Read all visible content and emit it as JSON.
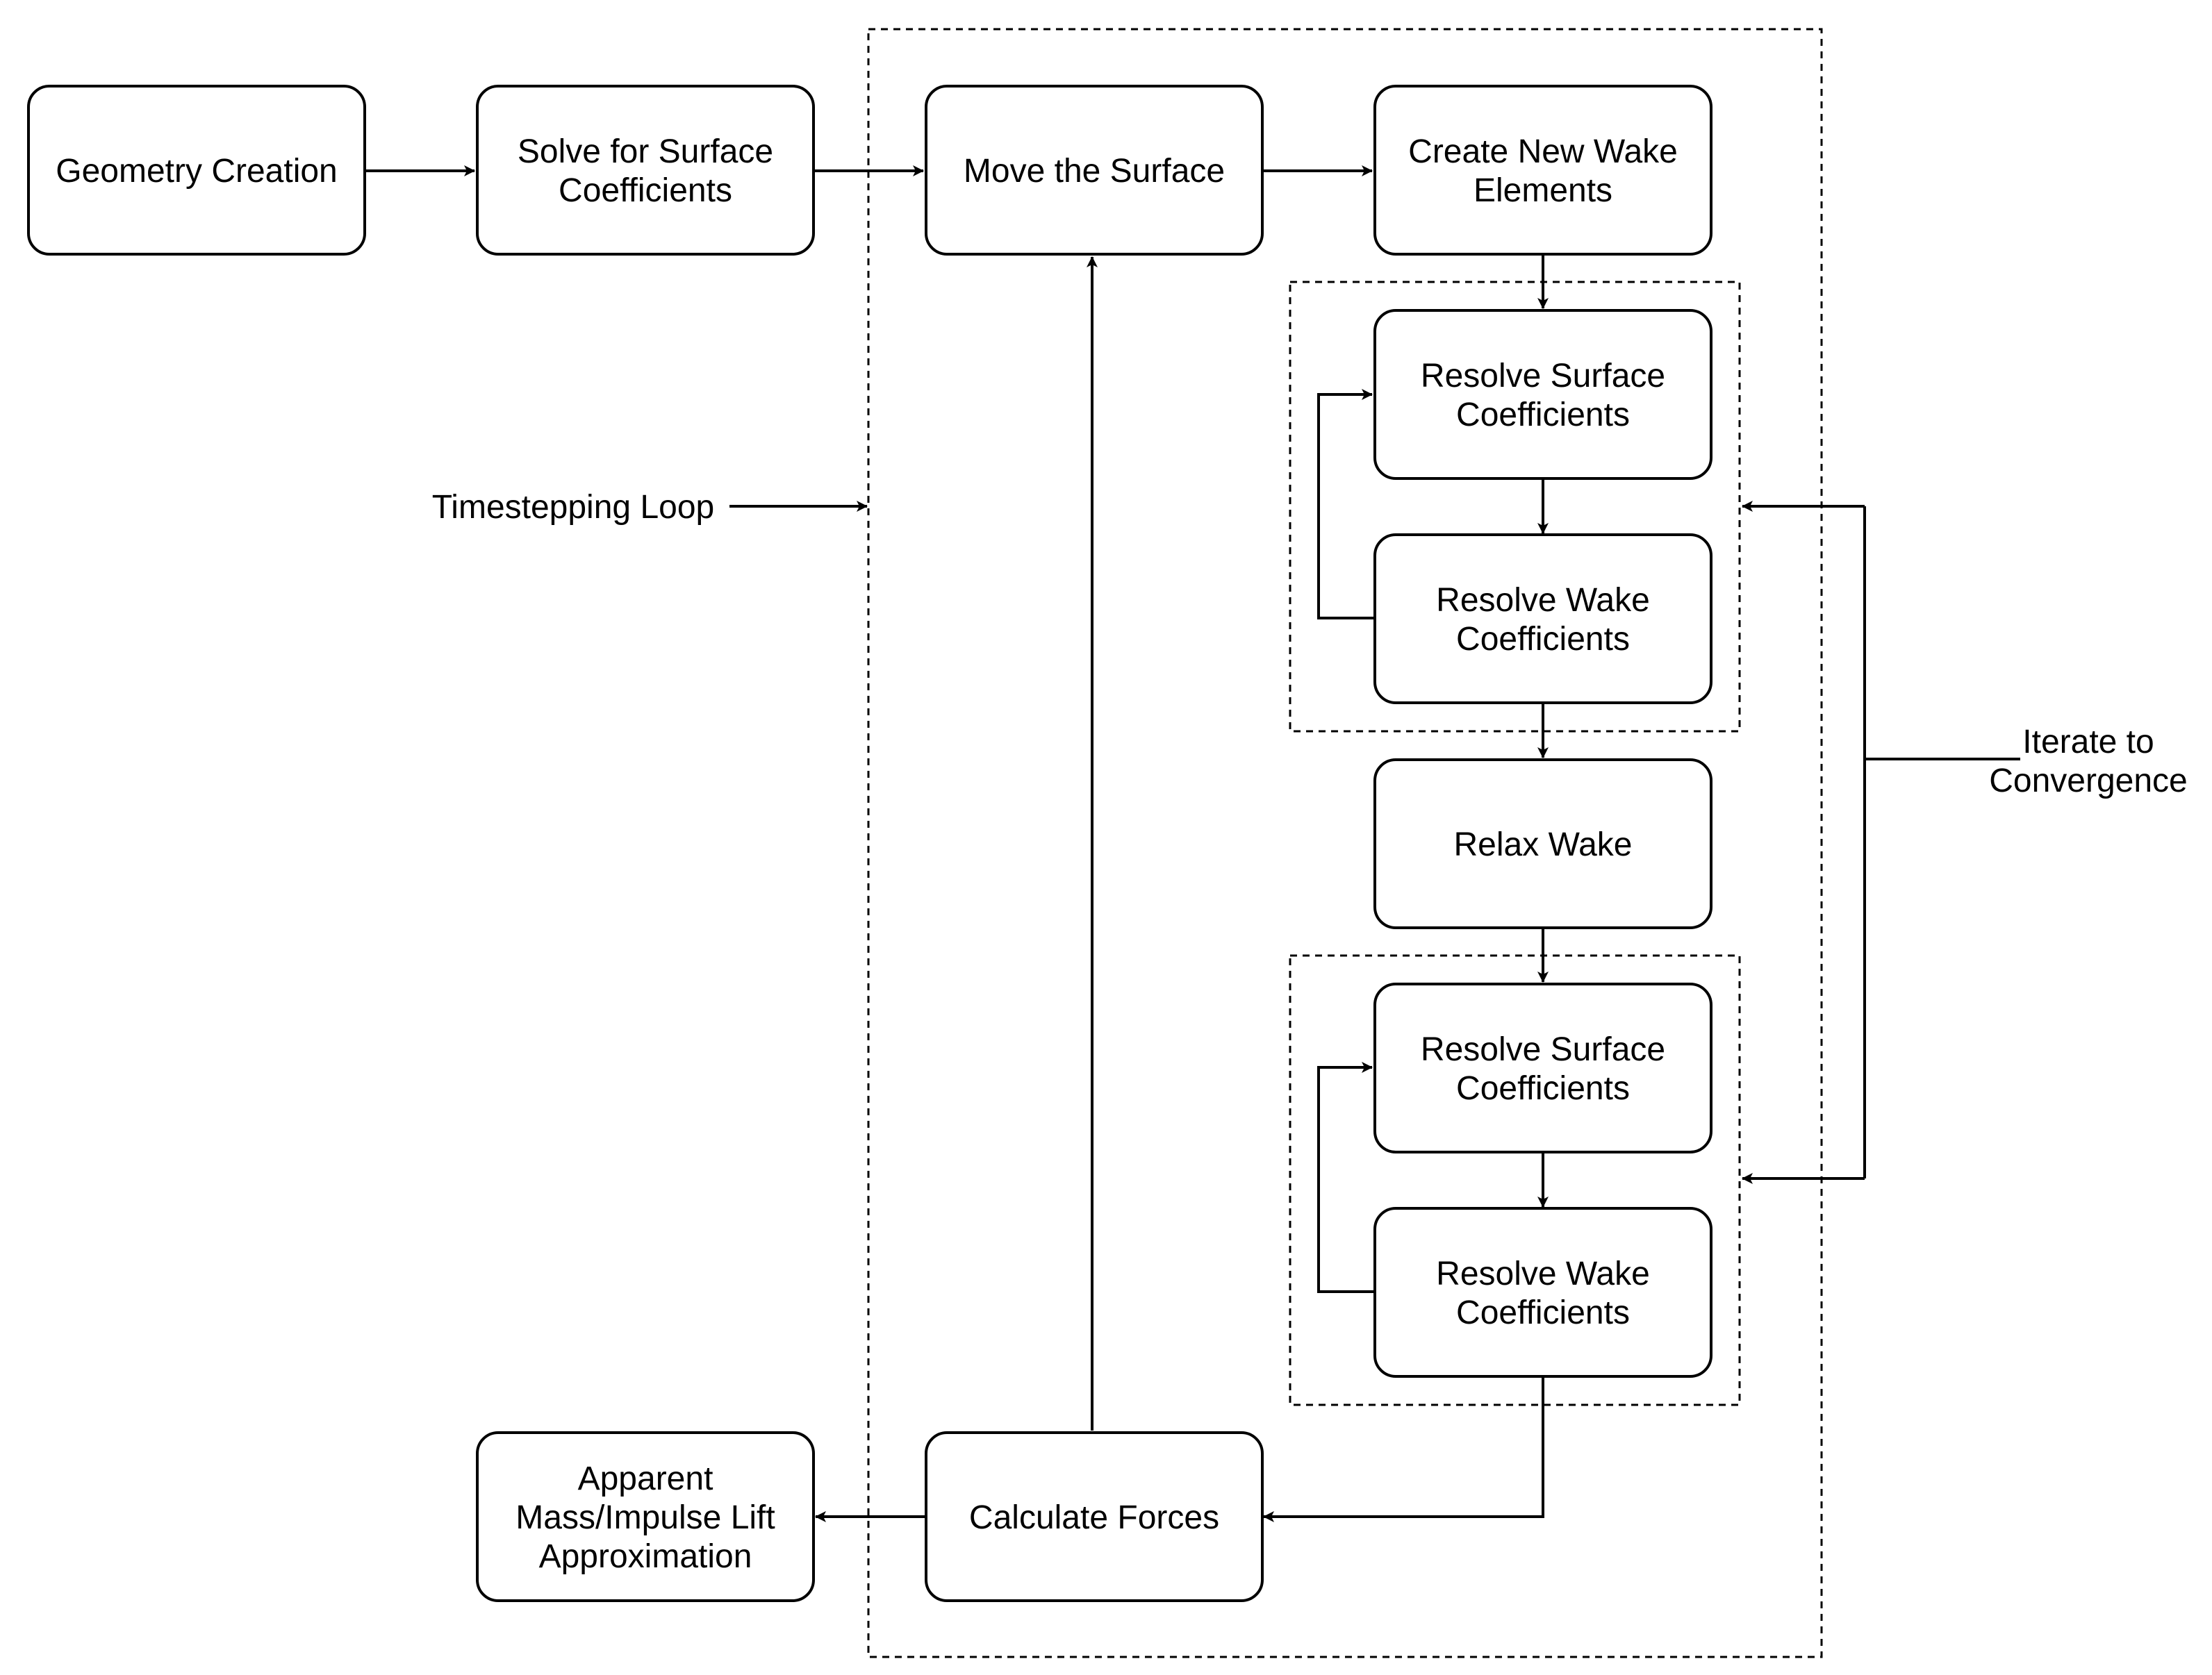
{
  "nodes": {
    "geometry_creation": [
      "Geometry Creation"
    ],
    "solve_surface": [
      "Solve for Surface",
      "Coefficients"
    ],
    "move_surface": [
      "Move the Surface"
    ],
    "create_wake": [
      "Create New Wake",
      "Elements"
    ],
    "resolve_surface_1": [
      "Resolve Surface",
      "Coefficients"
    ],
    "resolve_wake_1": [
      "Resolve Wake",
      "Coefficients"
    ],
    "relax_wake": [
      "Relax Wake"
    ],
    "resolve_surface_2": [
      "Resolve Surface",
      "Coefficients"
    ],
    "resolve_wake_2": [
      "Resolve Wake",
      "Coefficients"
    ],
    "calculate_forces": [
      "Calculate Forces"
    ],
    "apparent_mass": [
      "Apparent",
      "Mass/Impulse Lift",
      "Approximation"
    ]
  },
  "labels": {
    "timestepping_loop": [
      "Timestepping Loop"
    ],
    "iterate_convergence": [
      "Iterate to",
      "Convergence"
    ]
  }
}
